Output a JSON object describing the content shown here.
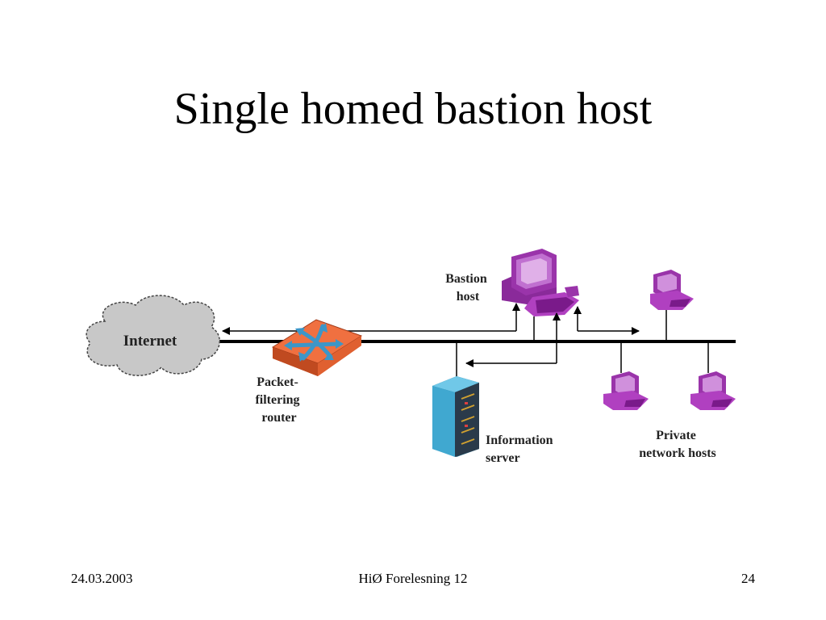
{
  "slide": {
    "title": "Single homed bastion host"
  },
  "diagram": {
    "internet_label": "Internet",
    "router_label": [
      "Packet-",
      "filtering",
      "router"
    ],
    "bastion_label": [
      "Bastion",
      "host"
    ],
    "info_server_label": [
      "Information",
      "server"
    ],
    "private_hosts_label": [
      "Private",
      "network hosts"
    ],
    "colors": {
      "cloud": "#c8c8c8",
      "router": "#f07040",
      "router_arrows": "#3c96c8",
      "computer": "#b040c0",
      "server": "#40a8d0"
    }
  },
  "footer": {
    "date": "24.03.2003",
    "center": "HiØ Forelesning 12",
    "page": "24"
  }
}
